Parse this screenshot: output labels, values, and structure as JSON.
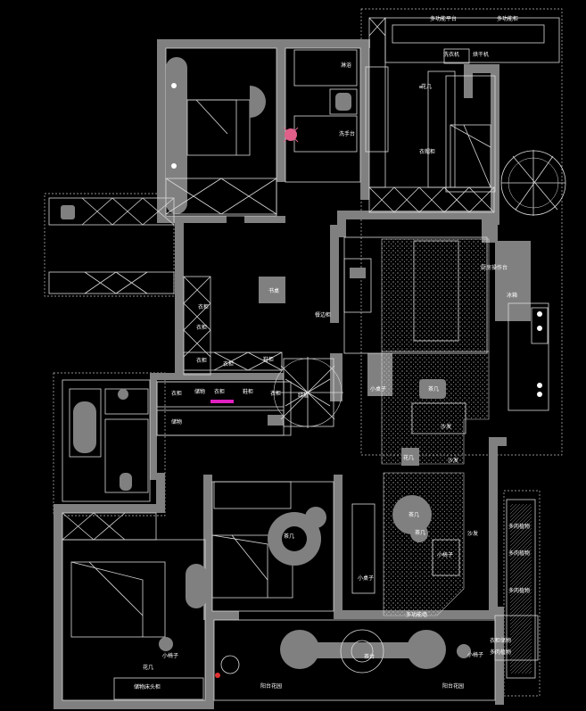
{
  "labels": {
    "outdoor_platform_top": "多功能平台",
    "outdoor_cabinet_top": "多功能柜",
    "laundry": "洗衣机",
    "dryer": "烘干机",
    "plant_left": "花几",
    "bathroom_top": "淋浴",
    "washbasin_top": "洗手台",
    "master_wardrobe": "衣帽柜",
    "kitchen_island": "厨房操作台",
    "fridge": "冰箱",
    "study": "书桌",
    "dining_cabinet": "餐边柜",
    "wardrobe_row_1": "衣柜",
    "wardrobe_row_2": "衣柜",
    "wardrobe_row_3": "衣柜",
    "wardrobe_row_4": "衣柜",
    "hall_cabinet_1": "鞋柜",
    "hall_cabinet_2": "衣柜",
    "hall_cabinet_3": "储物",
    "hall_cabinet_4": "衣柜",
    "hall_cabinet_5": "鞋柜",
    "hall_cabinet_6": "衣柜",
    "hall_cabinet_7": "储物",
    "hall_tree": "绿植",
    "small_table": "小桌子",
    "tea_table": "茶几",
    "sofa_top": "沙发",
    "flower_stand": "花几",
    "sofa_right": "沙发",
    "coffee_table_1": "茶几",
    "coffee_table_2": "茶几",
    "side_chair": "小椅子",
    "coffee_table_3": "茶几",
    "sofa_lower": "沙发",
    "small_chair_left": "小椅子",
    "side_table": "小桌子",
    "flower_lower": "花几",
    "bed_cabinet": "储物床头柜",
    "tv_wall": "多功能墙",
    "balcony_left": "阳台花园",
    "balcony_right": "阳台花园",
    "round_table": "茶台",
    "small_chair_right": "小椅子",
    "plant_rack_1": "多肉植物",
    "plant_rack_2": "多肉植物",
    "plant_rack_3": "多肉植物",
    "storage_right_1": "衣柜储物",
    "storage_right_2": "多肉植物"
  },
  "colors": {
    "background": "#000000",
    "wall": "#808080",
    "line": "#d9d9d9",
    "pink_fixture": "#e0608a",
    "magenta_marker": "#e020c0",
    "red_dot": "#e03030"
  }
}
